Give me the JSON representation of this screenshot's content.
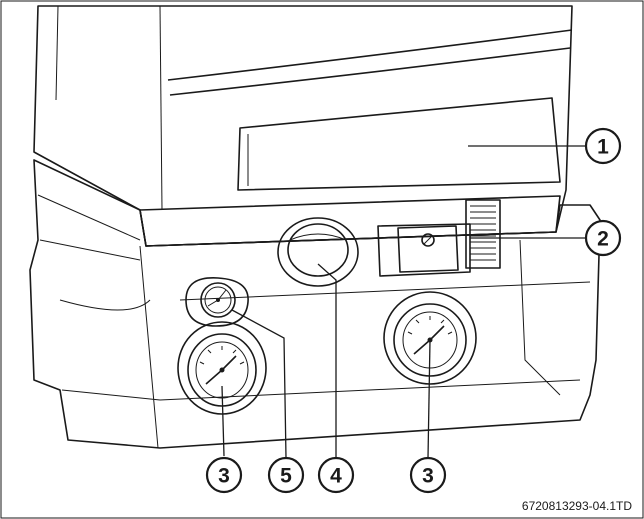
{
  "figure": {
    "colors": {
      "body": "#d9d9d9",
      "lower_body": "#d4d4d4",
      "line": "#1a1a1a",
      "callout_fill": "#ffffff"
    },
    "callouts": [
      {
        "id": "callout-1",
        "label": "1"
      },
      {
        "id": "callout-2",
        "label": "2"
      },
      {
        "id": "callout-3-left",
        "label": "3"
      },
      {
        "id": "callout-5",
        "label": "5"
      },
      {
        "id": "callout-4",
        "label": "4"
      },
      {
        "id": "callout-3-right",
        "label": "3"
      }
    ],
    "figure_code": "6720813293-04.1TD"
  }
}
